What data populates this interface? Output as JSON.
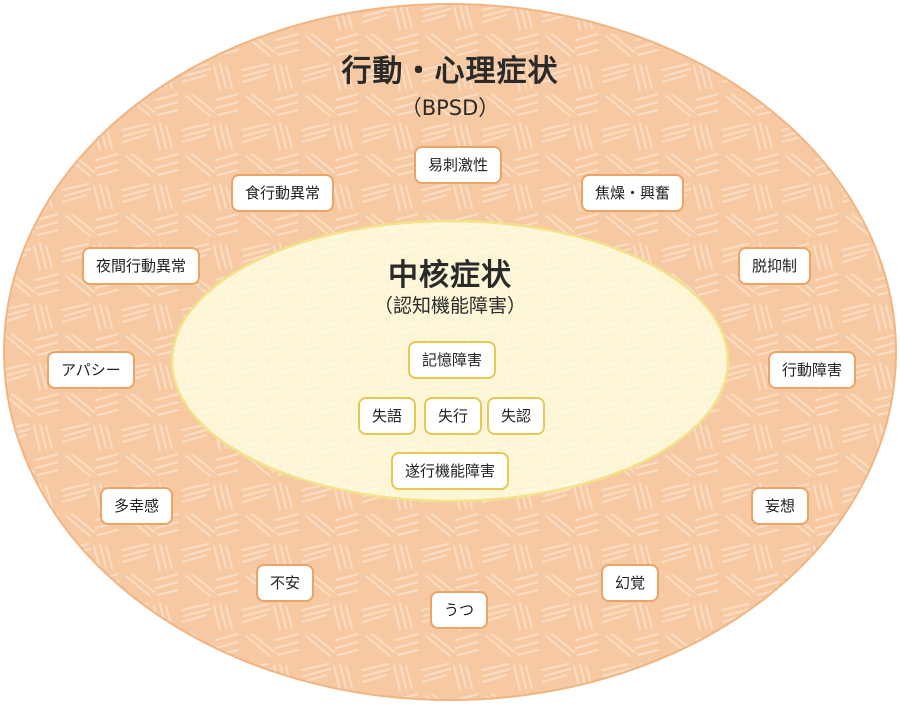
{
  "outer": {
    "title": "行動・心理症状",
    "subtitle": "（BPSD）",
    "items": [
      "易刺激性",
      "食行動異常",
      "焦燥・興奮",
      "夜間行動異常",
      "脱抑制",
      "アパシー",
      "行動障害",
      "多幸感",
      "妄想",
      "不安",
      "幻覚",
      "うつ"
    ]
  },
  "inner": {
    "title": "中核症状",
    "subtitle": "（認知機能障害）",
    "items": [
      "記憶障害",
      "失語",
      "失行",
      "失認",
      "遂行機能障害"
    ]
  },
  "colors": {
    "outer_fill": "#f7c9a2",
    "outer_stroke": "#e9a468",
    "inner_fill": "#fdf6d6",
    "inner_stroke": "#f2e28a"
  }
}
